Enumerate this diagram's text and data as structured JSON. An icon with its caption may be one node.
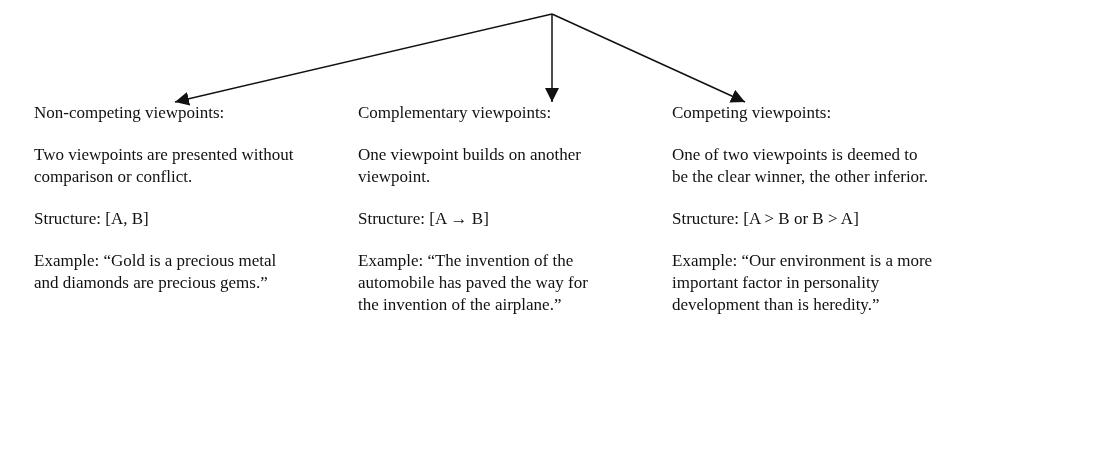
{
  "diagram": {
    "nodes": [
      {
        "text": [
          "Non-competing viewpoints:",
          "Two viewpoints are presented without comparison or conflict.",
          "Structure: [A, B]",
          "Example: “Gold is a precious metal and diamonds are precious gems.”"
        ]
      },
      {
        "text": [
          "Complementary viewpoints:",
          "One viewpoint builds on another viewpoint.",
          "Structure: [A → B]",
          "Example: “The invention of the automobile has paved the way for the invention of the airplane.”"
        ]
      },
      {
        "text": [
          "Competing viewpoints:",
          "One of two viewpoints is deemed to be the clear winner, the other inferior.",
          "Structure: [A > B or B > A]",
          "Example: “Our environment is a more important factor in personality development than is heredity.”"
        ]
      }
    ],
    "edges": [
      {
        "from": null,
        "to": 0,
        "arrow": "to"
      },
      {
        "from": null,
        "to": 1,
        "arrow": "to"
      },
      {
        "from": null,
        "to": 2,
        "arrow": "to"
      }
    ]
  }
}
